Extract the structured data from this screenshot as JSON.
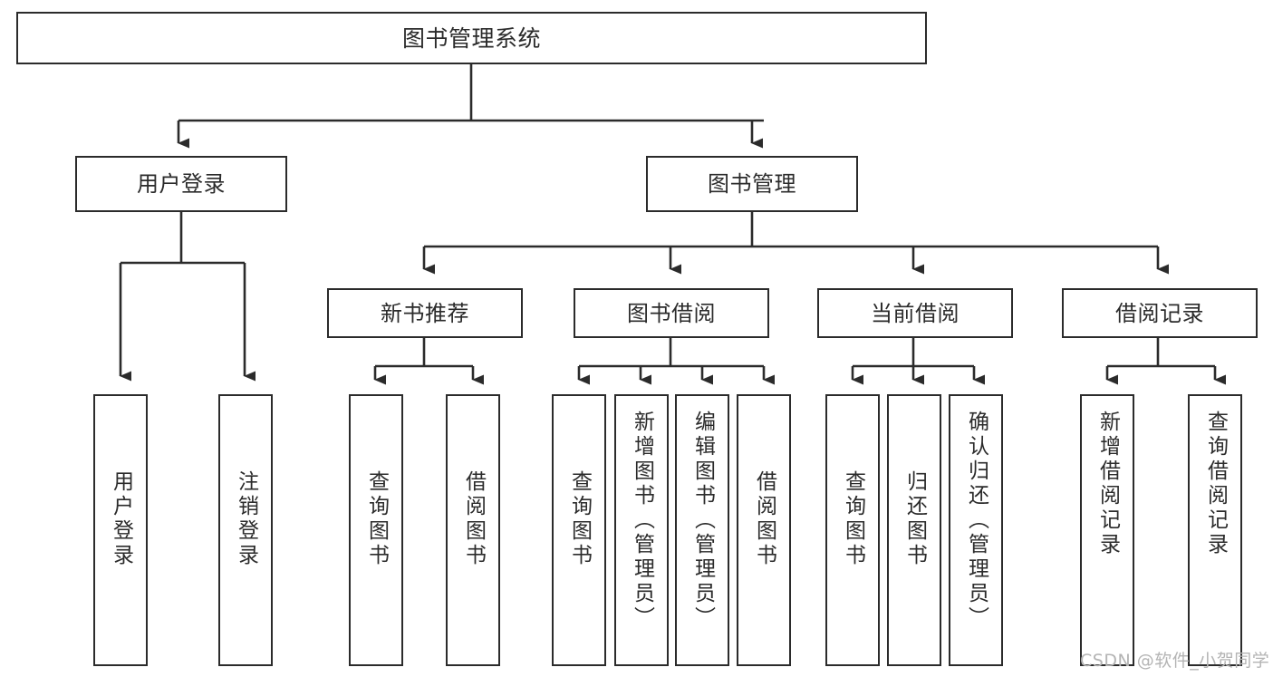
{
  "diagram": {
    "type": "tree",
    "title": "图书管理系统",
    "orientation": "top-down",
    "colors": {
      "box_border": "#2b2b2b",
      "box_fill": "#ffffff",
      "connector": "#2b2b2b",
      "background": "#ffffff",
      "watermark": "#b4b4b4"
    },
    "root": {
      "id": "root",
      "label": "图书管理系统"
    },
    "level2": [
      {
        "id": "user-login",
        "label": "用户登录"
      },
      {
        "id": "book-manage",
        "label": "图书管理"
      }
    ],
    "level3": [
      {
        "id": "new-book-recommend",
        "label": "新书推荐",
        "parent": "book-manage"
      },
      {
        "id": "book-borrow",
        "label": "图书借阅",
        "parent": "book-manage"
      },
      {
        "id": "current-borrow",
        "label": "当前借阅",
        "parent": "book-manage"
      },
      {
        "id": "borrow-record",
        "label": "借阅记录",
        "parent": "book-manage"
      }
    ],
    "leaves": [
      {
        "id": "leaf-user-login",
        "label": "用户登录",
        "parent": "user-login"
      },
      {
        "id": "leaf-user-logout",
        "label": "注销登录",
        "parent": "user-login"
      },
      {
        "id": "leaf-query-book-1",
        "label": "查询图书",
        "parent": "new-book-recommend"
      },
      {
        "id": "leaf-borrow-book-1",
        "label": "借阅图书",
        "parent": "new-book-recommend"
      },
      {
        "id": "leaf-query-book-2",
        "label": "查询图书",
        "parent": "book-borrow"
      },
      {
        "id": "leaf-add-book",
        "label": "新增图书（管理员）",
        "parent": "book-borrow"
      },
      {
        "id": "leaf-edit-book",
        "label": "编辑图书（管理员）",
        "parent": "book-borrow"
      },
      {
        "id": "leaf-borrow-book-2",
        "label": "借阅图书",
        "parent": "book-borrow"
      },
      {
        "id": "leaf-query-book-3",
        "label": "查询图书",
        "parent": "current-borrow"
      },
      {
        "id": "leaf-return-book",
        "label": "归还图书",
        "parent": "current-borrow"
      },
      {
        "id": "leaf-confirm-return",
        "label": "确认归还（管理员）",
        "parent": "current-borrow"
      },
      {
        "id": "leaf-add-record",
        "label": "新增借阅记录",
        "parent": "borrow-record"
      },
      {
        "id": "leaf-query-record",
        "label": "查询借阅记录",
        "parent": "borrow-record"
      }
    ]
  },
  "watermark": {
    "text": "CSDN @软件_小贺同学"
  }
}
